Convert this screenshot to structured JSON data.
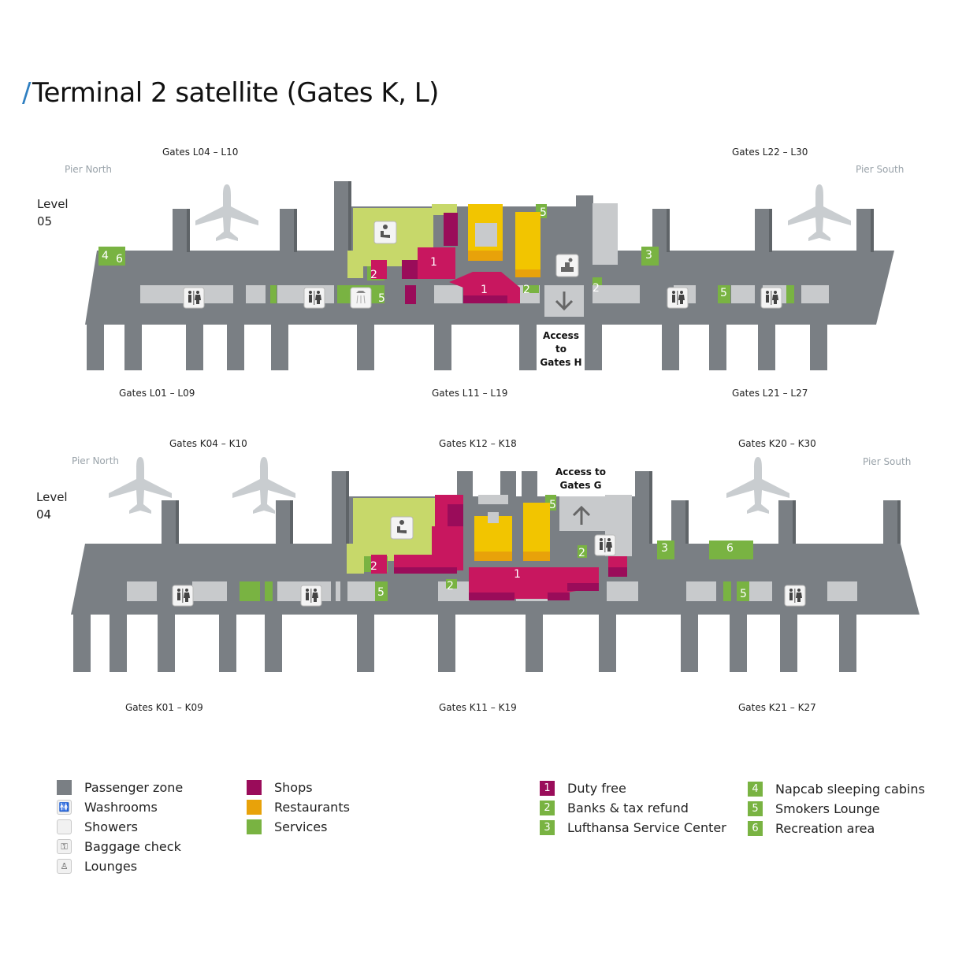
{
  "title": "Terminal 2 satellite (Gates K, L)",
  "colors": {
    "passenger_zone": "#7a7f84",
    "shops": "#9a0c5a",
    "shops_light": "#c8175f",
    "restaurants": "#f2c500",
    "restaurants_dark": "#e8a20a",
    "services": "#79b342",
    "services_light": "#c7d86a",
    "facility_grey": "#c8cacc",
    "plane": "#c9cdd0",
    "title_slash": "#2f7fc1"
  },
  "level05": {
    "level_label": "Level",
    "level_number": "05",
    "pier_north": "Pier North",
    "pier_south": "Pier South",
    "gates_top_left": "Gates L04 – L10",
    "gates_top_right": "Gates L22 – L30",
    "gates_bottom_left": "Gates L01 – L09",
    "gates_bottom_center": "Gates L11 – L19",
    "gates_bottom_right": "Gates L21 – L27",
    "access_lines": [
      "Access",
      "to",
      "Gates H"
    ],
    "markers": [
      "4",
      "6",
      "2",
      "1",
      "1",
      "5",
      "2",
      "2",
      "5",
      "3",
      "5"
    ]
  },
  "level04": {
    "level_label": "Level",
    "level_number": "04",
    "pier_north": "Pier North",
    "pier_south": "Pier South",
    "gates_top_left": "Gates K04 – K10",
    "gates_top_center": "Gates K12 – K18",
    "gates_top_right": "Gates K20 – K30",
    "gates_bottom_left": "Gates K01 – K09",
    "gates_bottom_center": "Gates K11 – K19",
    "gates_bottom_right": "Gates K21 – K27",
    "access_lines": [
      "Access to",
      "Gates G"
    ],
    "markers": [
      "2",
      "5",
      "2",
      "1",
      "5",
      "2",
      "3",
      "6",
      "5"
    ]
  },
  "legend": {
    "zones": [
      {
        "label": "Passenger zone",
        "icon": "square-swatch",
        "color": "#7a7f84"
      },
      {
        "label": "Washrooms",
        "icon": "washroom-icon"
      },
      {
        "label": "Showers",
        "icon": "shower-icon"
      },
      {
        "label": "Baggage check",
        "icon": "baggage-icon"
      },
      {
        "label": "Lounges",
        "icon": "lounge-icon"
      }
    ],
    "categories": [
      {
        "label": "Shops",
        "color": "#9a0c5a"
      },
      {
        "label": "Restaurants",
        "color": "#e8a20a"
      },
      {
        "label": "Services",
        "color": "#79b342"
      }
    ],
    "numbered_a": [
      {
        "num": "1",
        "label": "Duty free",
        "color": "#9a0c5a"
      },
      {
        "num": "2",
        "label": "Banks & tax refund",
        "color": "#79b342"
      },
      {
        "num": "3",
        "label": "Lufthansa Service Center",
        "color": "#79b342"
      }
    ],
    "numbered_b": [
      {
        "num": "4",
        "label": "Napcab sleeping cabins",
        "color": "#79b342"
      },
      {
        "num": "5",
        "label": "Smokers Lounge",
        "color": "#79b342"
      },
      {
        "num": "6",
        "label": "Recreation area",
        "color": "#79b342"
      }
    ]
  }
}
